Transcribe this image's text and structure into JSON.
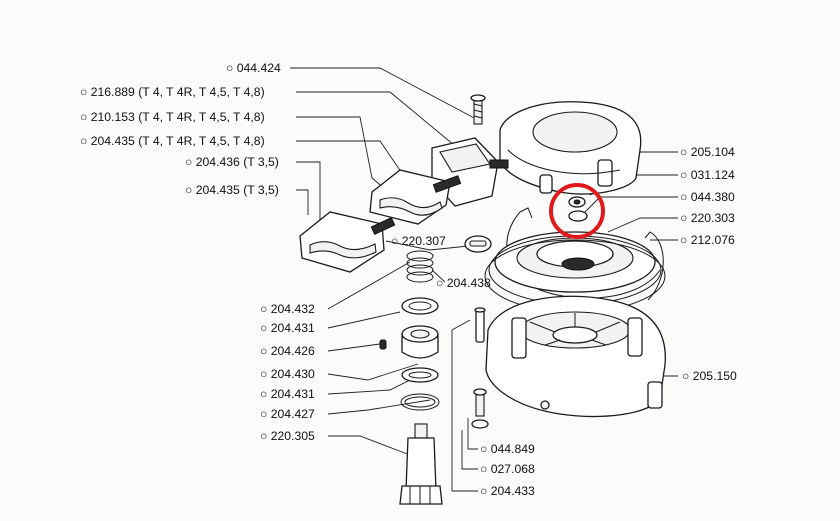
{
  "diagram": {
    "labels": [
      {
        "id": "044-424",
        "text": "○ 044.424"
      },
      {
        "id": "216-889",
        "text": "○ 216.889 (T 4, T 4R, T 4,5, T 4,8)"
      },
      {
        "id": "210-153",
        "text": "○ 210.153 (T 4, T 4R, T 4,5, T 4,8)"
      },
      {
        "id": "204-435-t4",
        "text": "○ 204.435 (T 4, T 4R, T 4,5, T 4,8)"
      },
      {
        "id": "204-436",
        "text": "○ 204.436 (T 3,5)"
      },
      {
        "id": "204-435-t35",
        "text": "○ 204.435 (T 3,5)"
      },
      {
        "id": "220-307",
        "text": "○ 220.307"
      },
      {
        "id": "204-438",
        "text": "○ 204.438"
      },
      {
        "id": "204-432",
        "text": "○ 204.432"
      },
      {
        "id": "204-431-a",
        "text": "○ 204.431"
      },
      {
        "id": "204-426",
        "text": "○ 204.426"
      },
      {
        "id": "204-430",
        "text": "○ 204.430"
      },
      {
        "id": "204-431-b",
        "text": "○ 204.431"
      },
      {
        "id": "204-427",
        "text": "○ 204.427"
      },
      {
        "id": "220-305",
        "text": "○ 220.305"
      },
      {
        "id": "205-104",
        "text": "○ 205.104"
      },
      {
        "id": "031-124",
        "text": "○ 031.124"
      },
      {
        "id": "044-380",
        "text": "○ 044.380"
      },
      {
        "id": "220-303",
        "text": "○ 220.303"
      },
      {
        "id": "212-076",
        "text": "○ 212.076"
      },
      {
        "id": "205-150",
        "text": "○ 205.150"
      },
      {
        "id": "044-849",
        "text": "○ 044.849"
      },
      {
        "id": "027-068",
        "text": "○ 027.068"
      },
      {
        "id": "204-433",
        "text": "○ 204.433"
      }
    ]
  },
  "highlight": {
    "color": "#e0191b",
    "shape": "circle"
  },
  "colors": {
    "ink": "#1a1a1a",
    "paper": "#fbfbfa"
  }
}
